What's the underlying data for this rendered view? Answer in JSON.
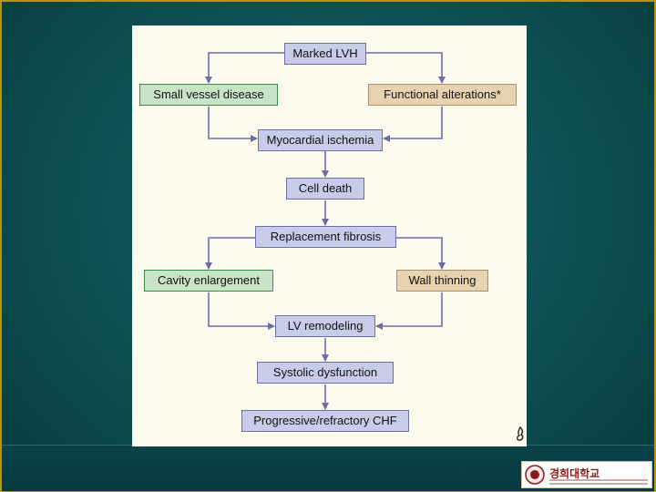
{
  "nodes": {
    "marked_lvh": "Marked LVH",
    "small_vessel_disease": "Small vessel disease",
    "functional_alterations": "Functional alterations*",
    "myocardial_ischemia": "Myocardial ischemia",
    "cell_death": "Cell death",
    "replacement_fibrosis": "Replacement fibrosis",
    "cavity_enlargement": "Cavity enlargement",
    "wall_thinning": "Wall thinning",
    "lv_remodeling": "LV remodeling",
    "systolic_dysfunction": "Systolic dysfunction",
    "progressive_chf": "Progressive/refractory CHF"
  },
  "edges": [
    [
      "marked_lvh",
      "small_vessel_disease"
    ],
    [
      "marked_lvh",
      "functional_alterations"
    ],
    [
      "small_vessel_disease",
      "myocardial_ischemia"
    ],
    [
      "functional_alterations",
      "myocardial_ischemia"
    ],
    [
      "myocardial_ischemia",
      "cell_death"
    ],
    [
      "cell_death",
      "replacement_fibrosis"
    ],
    [
      "replacement_fibrosis",
      "cavity_enlargement"
    ],
    [
      "replacement_fibrosis",
      "wall_thinning"
    ],
    [
      "cavity_enlargement",
      "lv_remodeling"
    ],
    [
      "wall_thinning",
      "lv_remodeling"
    ],
    [
      "lv_remodeling",
      "systolic_dysfunction"
    ],
    [
      "systolic_dysfunction",
      "progressive_chf"
    ]
  ],
  "colors": {
    "node_blue": "#c8cce8",
    "node_green": "#c8e3c6",
    "node_tan": "#e8d3b0",
    "arrow": "#6b6fa6",
    "panel": "#fcfbee",
    "slide_border": "#b8960a"
  },
  "logo": {
    "name": "경희대학교"
  }
}
